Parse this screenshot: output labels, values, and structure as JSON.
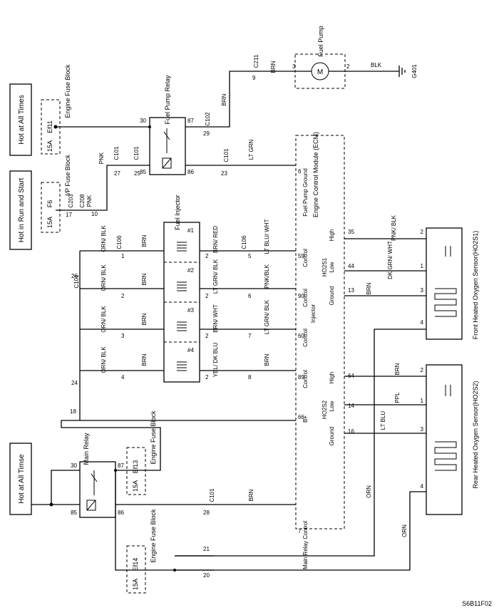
{
  "power": {
    "hot_all_times_top": "Hot at All Times",
    "hot_run_start": "Hot in Run and Start",
    "hot_all_times_bottom": "Hot at All Timse"
  },
  "fuse_blocks": {
    "engine_fuse_block_top": {
      "title": "Engine Fuse Block",
      "fuse": "Ef11",
      "rating": "15A"
    },
    "ip_fuse_block": {
      "title": "I/P Fuse Block",
      "fuse": "F6",
      "rating": "15A"
    },
    "engine_fuse_block_mid": {
      "title": "Engine Fuse Block",
      "fuse": "Ef13",
      "rating": "15A"
    },
    "engine_fuse_block_bottom": {
      "title": "Engine Fuse Block",
      "fuse": "Ef14",
      "rating": "15A"
    }
  },
  "components": {
    "fuel_pump": "Fuel Pump",
    "fuel_pump_relay": "Fuel Pump Relay",
    "main_relay": "Main Relay",
    "fuel_injector": "Fuel Injector",
    "ecm": "Engine Control Module (ECM)",
    "front_o2": "Front Heated Oxygen Sensor(HO2S1)",
    "rear_o2": "Rear Heated Oxygen Sensor(HO2S2)",
    "ground": "G401",
    "motor_symbol": "M"
  },
  "injectors": [
    "#1",
    "#2",
    "#3",
    "#4"
  ],
  "connectors": {
    "c211": "C211",
    "c102": "C102",
    "c101": "C101",
    "c203": "C203",
    "c208": "C208",
    "c106": "C106"
  },
  "wire_colors": {
    "brn": "BRN",
    "blk": "BLK",
    "pnk": "PNK",
    "lt_grn": "LT GRN",
    "orn_blk": "ORN/ BLK",
    "brn_red": "BRN/ RED",
    "lt_grn_blk": "LT GRN/ BLK",
    "brn_wht": "BRN/ WHT",
    "yel_dk_blu": "YEL/ DK BLU",
    "lt_blu_wht": "LT BLU/ WHT",
    "pnk_blk": "PNK/BLK",
    "pnk_slash_blk": "PNK/ BLK",
    "dk_grn_wht": "DK GRN/ WHT",
    "ppl": "PPL",
    "lt_blu": "LT BLU",
    "orn": "ORN"
  },
  "ecm_pins": {
    "fuel_pump_ground": "Fuel Pump Ground",
    "control": "Control",
    "injector": "Injector",
    "b_plus": "B+",
    "main_relay_control": "Main Relay Control",
    "ho2s1": "HO2S1",
    "ho2s2": "HO2S2",
    "high": "High",
    "low": "Low",
    "ground": "Ground"
  },
  "figure_id": "S6B11F02"
}
